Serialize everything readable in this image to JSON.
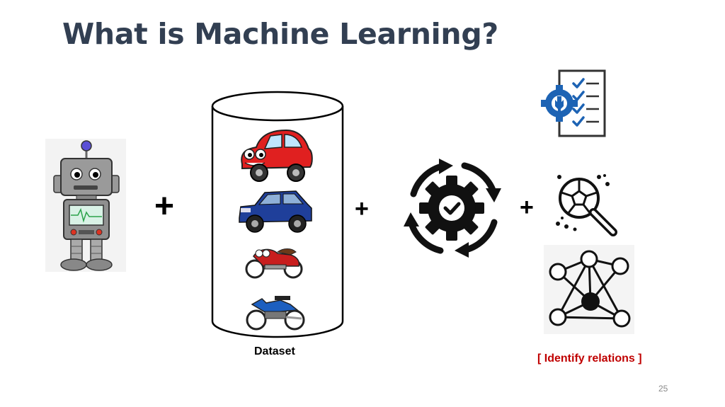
{
  "slide": {
    "title": "What is Machine Learning?",
    "page_number": "25"
  },
  "operators": {
    "plus_1": "+",
    "plus_2": "+",
    "plus_3": "+"
  },
  "dataset": {
    "label": "Dataset",
    "items": [
      "red-cartoon-car",
      "blue-suv",
      "red-motorcycle",
      "blue-motorcycle"
    ]
  },
  "outputs": {
    "relations_label": "[ Identify relations ]",
    "relations_color": "#c00000"
  },
  "colors": {
    "title": "#323f52",
    "icon_blue": "#1d63b4",
    "robot_gray": "#8c8c8c"
  }
}
